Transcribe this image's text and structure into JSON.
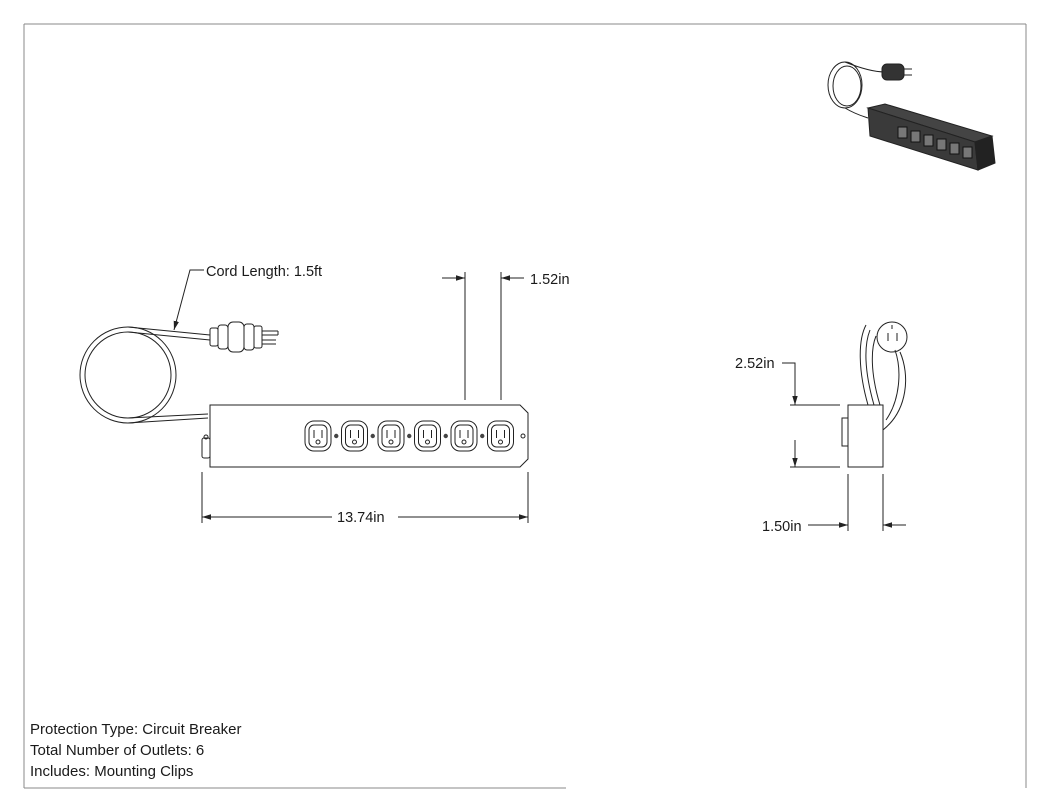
{
  "dimensions": {
    "cord_length": "Cord Length: 1.5ft",
    "outlet_spacing": "1.52in",
    "overall_length": "13.74in",
    "height": "2.52in",
    "depth": "1.50in"
  },
  "notes": [
    "Protection Type: Circuit Breaker",
    "Total Number of Outlets: 6",
    "Includes: Mounting Clips"
  ],
  "outlet_count": 6
}
